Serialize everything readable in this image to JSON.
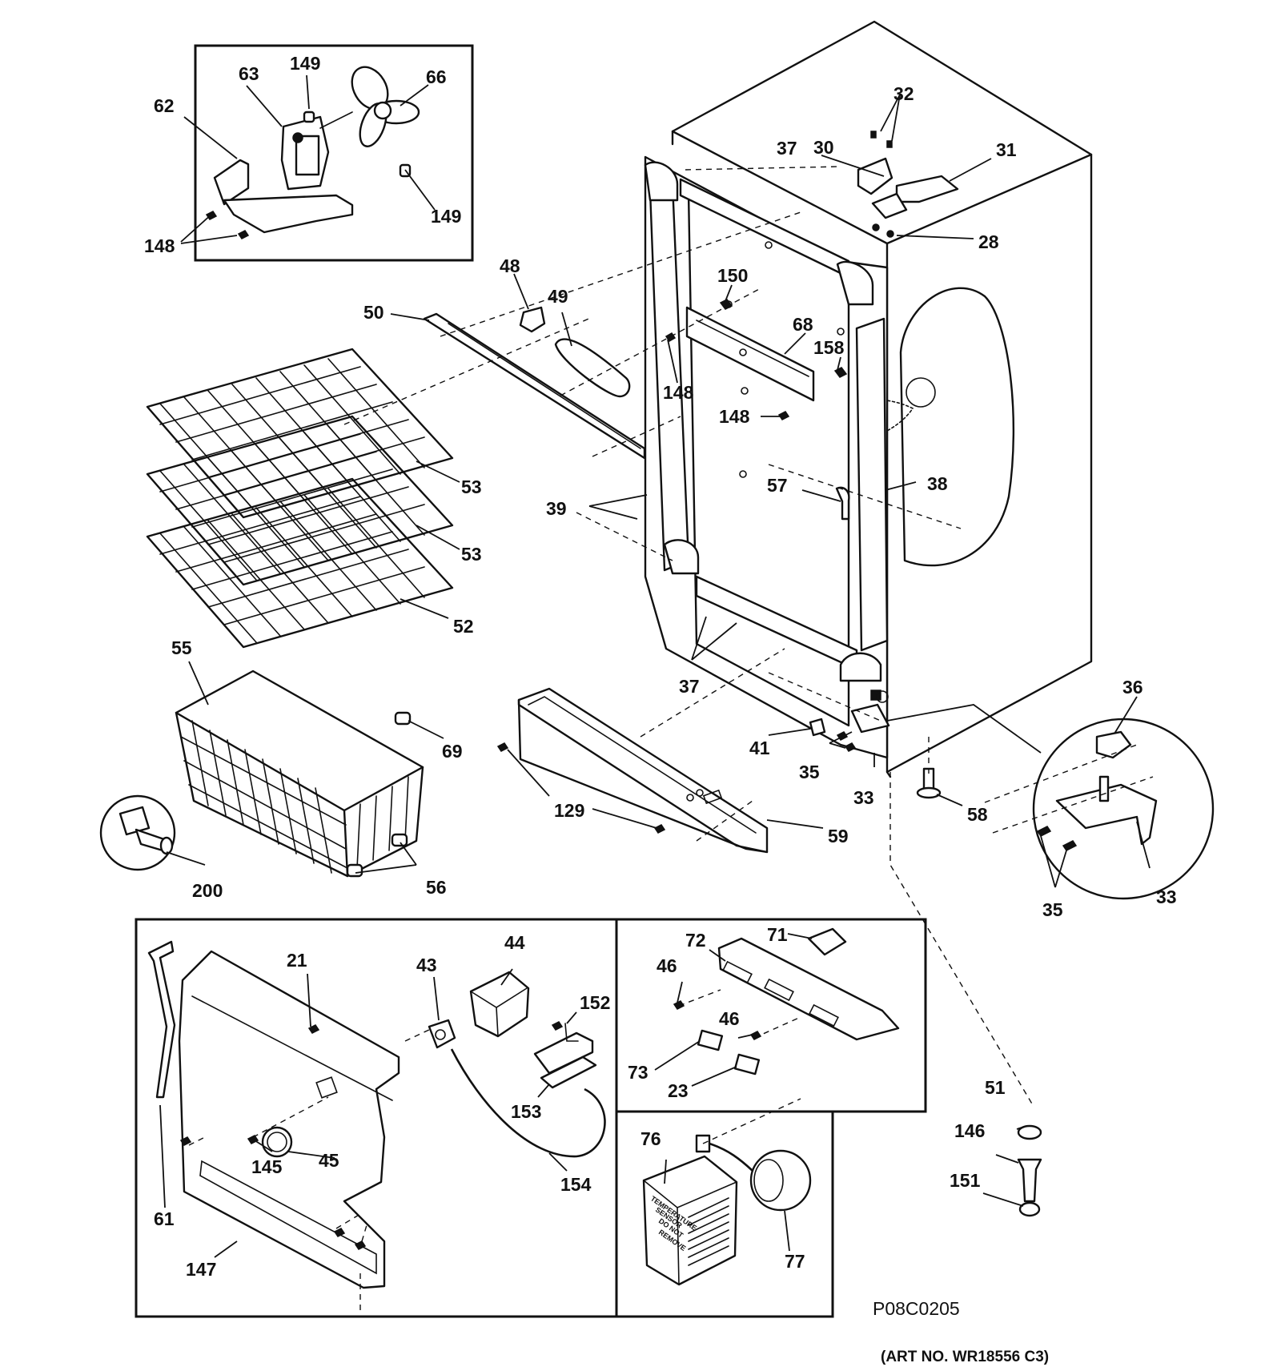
{
  "figure": {
    "code": "P08C0205",
    "art_number": "(ART NO. WR18556 C3)",
    "sticker": [
      "TEMPERATURE",
      "SENSOR",
      "DO NOT",
      "REMOVE"
    ]
  },
  "callouts": [
    {
      "id": "63",
      "text": "63"
    },
    {
      "id": "149a",
      "text": "149"
    },
    {
      "id": "66",
      "text": "66"
    },
    {
      "id": "62",
      "text": "62"
    },
    {
      "id": "149b",
      "text": "149"
    },
    {
      "id": "148a",
      "text": "148"
    },
    {
      "id": "32",
      "text": "32"
    },
    {
      "id": "37a",
      "text": "37"
    },
    {
      "id": "30",
      "text": "30"
    },
    {
      "id": "31",
      "text": "31"
    },
    {
      "id": "28",
      "text": "28"
    },
    {
      "id": "48",
      "text": "48"
    },
    {
      "id": "150",
      "text": "150"
    },
    {
      "id": "49",
      "text": "49"
    },
    {
      "id": "50",
      "text": "50"
    },
    {
      "id": "68",
      "text": "68"
    },
    {
      "id": "158",
      "text": "158"
    },
    {
      "id": "148b",
      "text": "148"
    },
    {
      "id": "148c",
      "text": "148"
    },
    {
      "id": "53a",
      "text": "53"
    },
    {
      "id": "57",
      "text": "57"
    },
    {
      "id": "38",
      "text": "38"
    },
    {
      "id": "39",
      "text": "39"
    },
    {
      "id": "53b",
      "text": "53"
    },
    {
      "id": "52",
      "text": "52"
    },
    {
      "id": "55",
      "text": "55"
    },
    {
      "id": "37b",
      "text": "37"
    },
    {
      "id": "36",
      "text": "36"
    },
    {
      "id": "69",
      "text": "69"
    },
    {
      "id": "41",
      "text": "41"
    },
    {
      "id": "35a",
      "text": "35"
    },
    {
      "id": "33a",
      "text": "33"
    },
    {
      "id": "58",
      "text": "58"
    },
    {
      "id": "129",
      "text": "129"
    },
    {
      "id": "59",
      "text": "59"
    },
    {
      "id": "200",
      "text": "200"
    },
    {
      "id": "56",
      "text": "56"
    },
    {
      "id": "35b",
      "text": "35"
    },
    {
      "id": "33b",
      "text": "33"
    },
    {
      "id": "21",
      "text": "21"
    },
    {
      "id": "43",
      "text": "43"
    },
    {
      "id": "44",
      "text": "44"
    },
    {
      "id": "152",
      "text": "152"
    },
    {
      "id": "72",
      "text": "72"
    },
    {
      "id": "71",
      "text": "71"
    },
    {
      "id": "46a",
      "text": "46"
    },
    {
      "id": "46b",
      "text": "46"
    },
    {
      "id": "73",
      "text": "73"
    },
    {
      "id": "23",
      "text": "23"
    },
    {
      "id": "153",
      "text": "153"
    },
    {
      "id": "51",
      "text": "51"
    },
    {
      "id": "146",
      "text": "146"
    },
    {
      "id": "151",
      "text": "151"
    },
    {
      "id": "145",
      "text": "145"
    },
    {
      "id": "45",
      "text": "45"
    },
    {
      "id": "154",
      "text": "154"
    },
    {
      "id": "61",
      "text": "61"
    },
    {
      "id": "76",
      "text": "76"
    },
    {
      "id": "77",
      "text": "77"
    },
    {
      "id": "147",
      "text": "147"
    }
  ]
}
